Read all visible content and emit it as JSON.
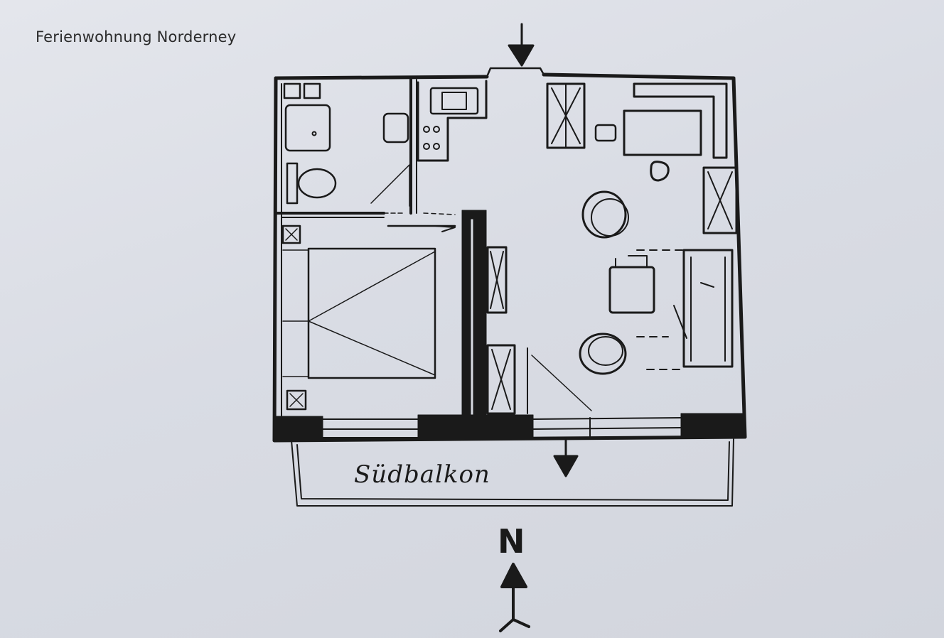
{
  "document": {
    "title": "Ferienwohnung Norderney"
  },
  "floorplan": {
    "balcony_label": "Südbalkon",
    "north_label": "N",
    "icons": [
      "entrance-arrow-icon",
      "exit-arrow-icon",
      "north-arrow-icon"
    ]
  },
  "colors": {
    "ink": "#1a1a1a",
    "paper": "#dcdfe6"
  }
}
